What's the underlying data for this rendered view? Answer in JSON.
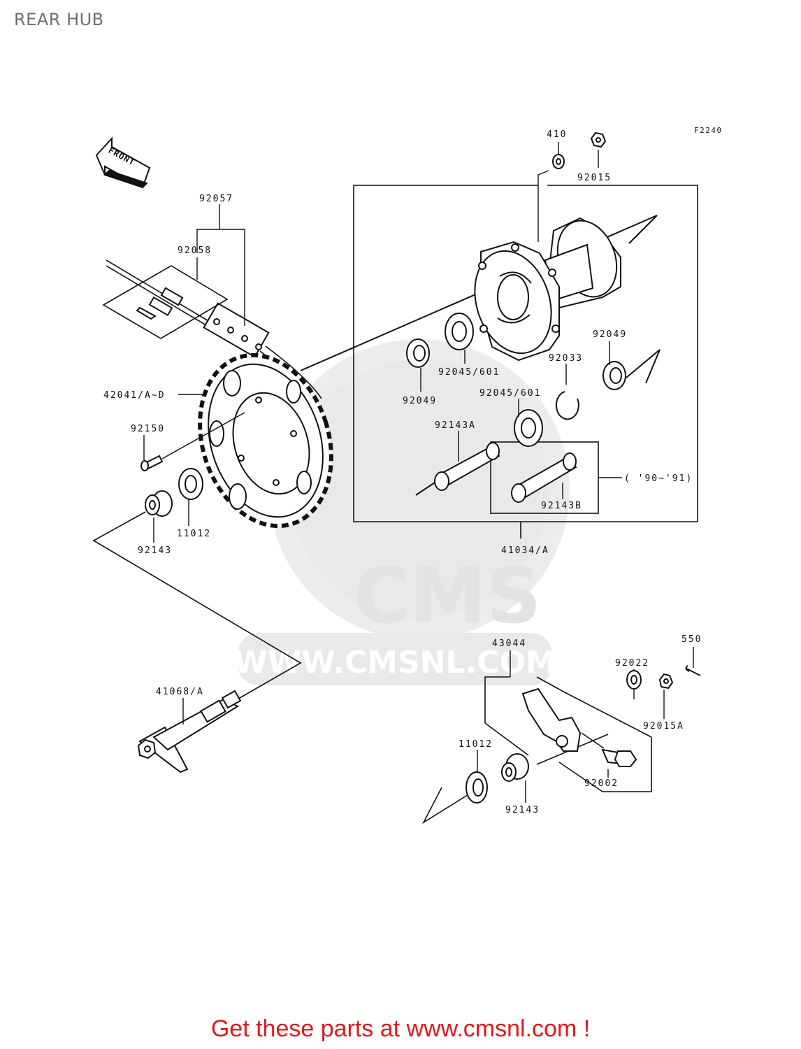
{
  "title": "REAR HUB",
  "figure_id": "F2240",
  "front_label": "FRONT",
  "watermark": {
    "brand": "CMS",
    "url": "WWW.CMSNL.COM"
  },
  "parts": {
    "p410": "410",
    "p92015": "92015",
    "p92057": "92057",
    "p92058": "92058",
    "p92049_right": "92049",
    "p92033": "92033",
    "p92045_upper": "92045/601",
    "p92049_left": "92049",
    "p92045_lower": "92045/601",
    "p42041": "42041/A~D",
    "p92143a": "92143A",
    "p92150": "92150",
    "p92143b_note": "( '90~'91)",
    "p92143b": "92143B",
    "p11012_upper": "11012",
    "p92143_upper": "92143",
    "p41034": "41034/A",
    "p43044": "43044",
    "p550": "550",
    "p92022": "92022",
    "p41068": "41068/A",
    "p92015a": "92015A",
    "p11012_lower": "11012",
    "p92002": "92002",
    "p92143_lower": "92143"
  },
  "footer": "Get these parts at www.cmsnl.com !",
  "colors": {
    "footer": "#e0191a",
    "title": "#6f6f6f",
    "line": "#111111",
    "watermark": "#e6e6e6"
  }
}
